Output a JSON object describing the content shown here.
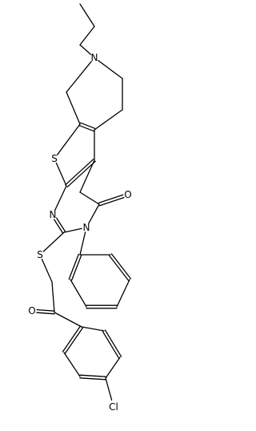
{
  "molecule": {
    "atom_labels": {
      "N7": "N",
      "S": "S",
      "N1": "N",
      "N3": "N",
      "O": "O",
      "S2": "S",
      "O2": "O",
      "Cl": "Cl"
    }
  }
}
